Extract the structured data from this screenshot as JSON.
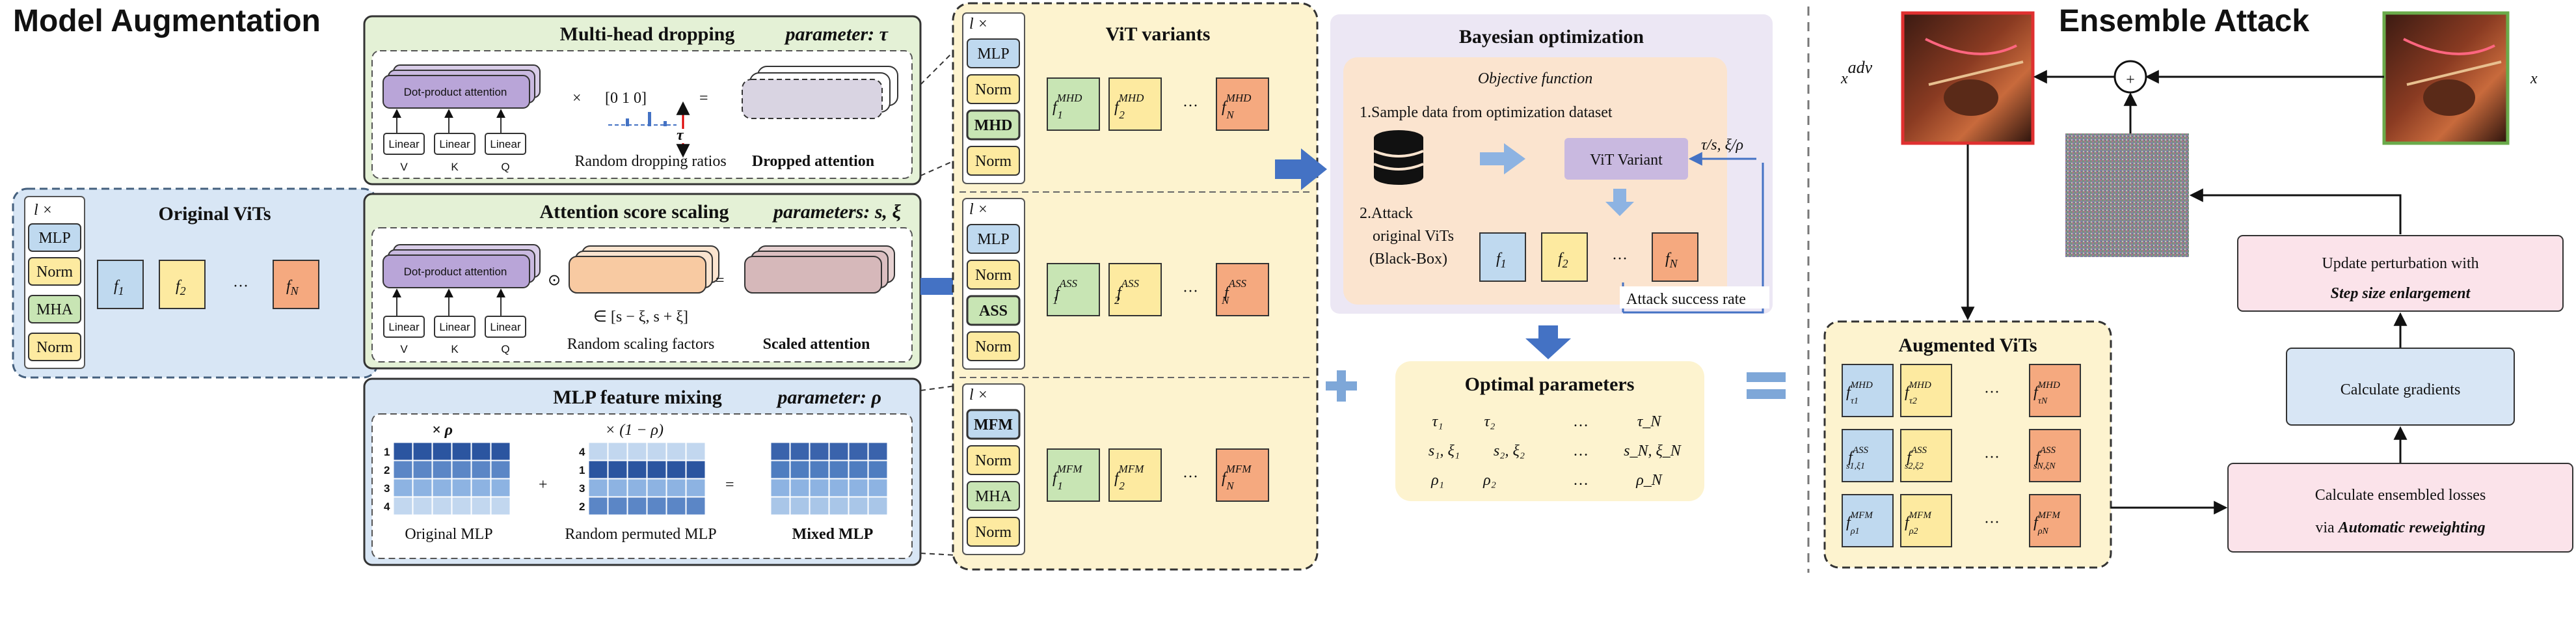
{
  "sections": {
    "model_augmentation": "Model Augmentation",
    "ensemble_attack": "Ensemble Attack"
  },
  "original_vits": {
    "title": "Original ViTs",
    "stack_mult": "l ×",
    "layers": [
      "MLP",
      "Norm",
      "MHA",
      "Norm"
    ],
    "funcs": [
      "f",
      "f",
      "f"
    ],
    "func_subs": [
      "1",
      "2",
      "N"
    ],
    "dots": "···"
  },
  "mhd": {
    "title": "Multi-head dropping",
    "param_label": "parameter: τ",
    "attn_label": "Dot-product attention",
    "linear": "Linear",
    "inputs": [
      "V",
      "K",
      "Q"
    ],
    "multiply": "×",
    "vector": "[0 1 0]",
    "equals": "=",
    "ratio_label": "Random dropping ratios",
    "tau": "τ",
    "result_label": "Dropped attention"
  },
  "ass": {
    "title": "Attention score scaling",
    "param_label": "parameters: s, ξ",
    "attn_label": "Dot-product attention",
    "linear": "Linear",
    "inputs": [
      "V",
      "K",
      "Q"
    ],
    "odot": "⊙",
    "equals": "=",
    "range": "∈ [s − ξ, s + ξ]",
    "factor_label": "Random scaling factors",
    "result_label": "Scaled attention"
  },
  "mfm": {
    "title": "MLP feature mixing",
    "param_label": "parameter: ρ",
    "mult_rho": "× ρ",
    "mult_one_minus": "× (1 − ρ)",
    "plus": "+",
    "equals": "=",
    "rows_original": [
      "1",
      "2",
      "3",
      "4"
    ],
    "rows_permuted": [
      "4",
      "1",
      "3",
      "2"
    ],
    "original_label": "Original MLP",
    "permuted_label": "Random permuted MLP",
    "mixed_label": "Mixed MLP"
  },
  "vit_variants": {
    "title": "ViT variants",
    "stack_mult": "l ×",
    "groups": [
      {
        "layers": [
          "MLP",
          "Norm",
          "MHD",
          "Norm"
        ],
        "sup": "MHD",
        "subs": [
          "1",
          "2",
          "N"
        ]
      },
      {
        "layers": [
          "MLP",
          "Norm",
          "ASS",
          "Norm"
        ],
        "sup": "ASS",
        "subs": [
          "1",
          "2",
          "N"
        ]
      },
      {
        "layers": [
          "MFM",
          "Norm",
          "MHA",
          "Norm"
        ],
        "sup": "MFM",
        "subs": [
          "1",
          "2",
          "N"
        ]
      }
    ],
    "func": "f",
    "dots": "···"
  },
  "bayes": {
    "title": "Bayesian optimization",
    "objective": "Objective function",
    "step1": "1.Sample data from optimization dataset",
    "variant": "ViT Variant",
    "params": "τ/s, ξ/ρ",
    "step2_line1": "2.Attack",
    "step2_line2": "original ViTs",
    "step2_line3": "(Black-Box)",
    "funcs": [
      "f",
      "f",
      "f"
    ],
    "func_subs": [
      "1",
      "2",
      "N"
    ],
    "dots": "···",
    "success": "Attack success rate"
  },
  "optimal": {
    "title": "Optimal parameters",
    "rows": [
      [
        "τ₁",
        "τ₂",
        "…",
        "τ_N"
      ],
      [
        "s₁, ξ₁",
        "s₂, ξ₂",
        "…",
        "s_N, ξ_N"
      ],
      [
        "ρ₁",
        "ρ₂",
        "…",
        "ρ_N"
      ]
    ]
  },
  "ops": {
    "plus": "+",
    "equals": "="
  },
  "ensemble": {
    "x_adv": "x",
    "x_adv_sup": "adv",
    "x": "x",
    "circle_plus": "+",
    "update_line1": "Update perturbation with",
    "update_line2": "Step size enlargement",
    "gradients": "Calculate gradients",
    "loss_line1": "Calculate ensembled losses",
    "loss_line2_prefix": "via ",
    "loss_line2_bold": "Automatic reweighting",
    "augmented_title": "Augmented ViTs",
    "dots": "···",
    "aug_rows": [
      {
        "sup": "MHD",
        "subs": [
          "τ1",
          "τ2",
          "τN"
        ]
      },
      {
        "sup": "ASS",
        "subs": [
          "s1,ξ1",
          "s2,ξ2",
          "sN,ξN"
        ]
      },
      {
        "sup": "MFM",
        "subs": [
          "ρ1",
          "ρ2",
          "ρN"
        ]
      }
    ]
  },
  "colors": {
    "blue_fill": "#bfd9ef",
    "yellow_fill": "#fdeaa0",
    "orange_fill": "#f5a97f",
    "green_fill": "#c8e5b4",
    "green_panel": "#e4f1d6",
    "blue_panel": "#d8e6f5",
    "yellow_panel": "#fdf3cf",
    "lavender_panel": "#ece7f4",
    "peach_panel": "#fbe4cf",
    "pink_box": "#fbe3ea",
    "arrow_blue": "#4472c4",
    "purple": "#b9a5d8"
  }
}
